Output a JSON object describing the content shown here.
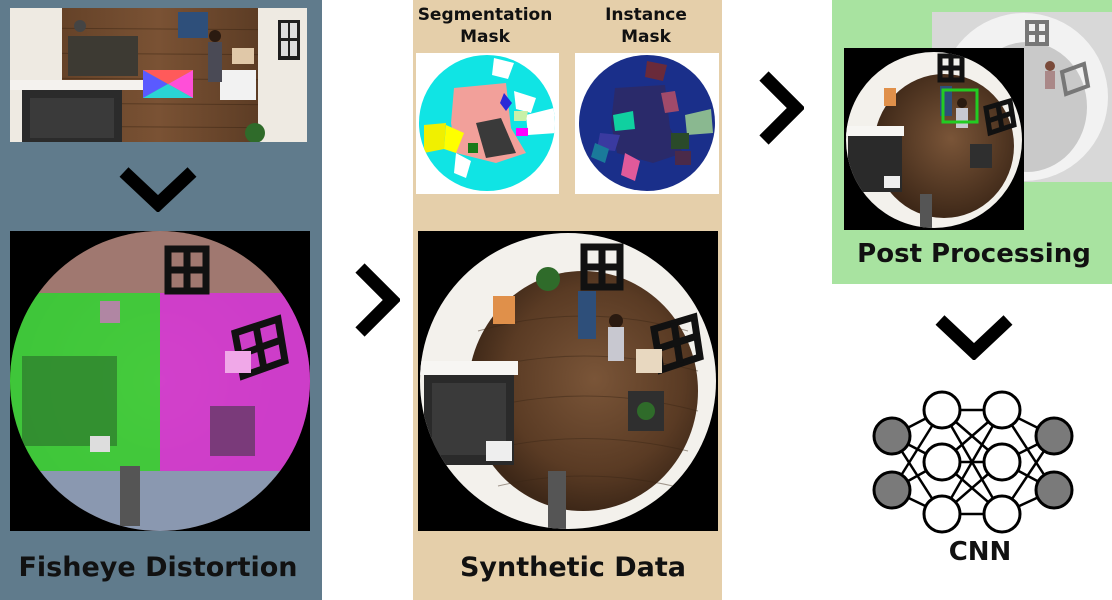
{
  "stages": {
    "fisheye": {
      "caption": "Fisheye Distortion"
    },
    "synthetic": {
      "caption": "Synthetic Data",
      "segmentation_title": [
        "Segmentation",
        "Mask"
      ],
      "instance_title": [
        "Instance",
        "Mask"
      ]
    },
    "post": {
      "caption": "Post Processing"
    },
    "cnn": {
      "caption": "CNN"
    }
  },
  "colors": {
    "left_panel": "#607b8c",
    "middle_panel": "#e5cfaa",
    "right_panel": "#a8e3a0",
    "distortion_green": "#3fe23f",
    "distortion_magenta": "#e03fe0",
    "bbox_green": "#22cc22"
  },
  "icons": [
    "chevron-down-icon",
    "chevron-right-icon",
    "neural-network-icon"
  ]
}
